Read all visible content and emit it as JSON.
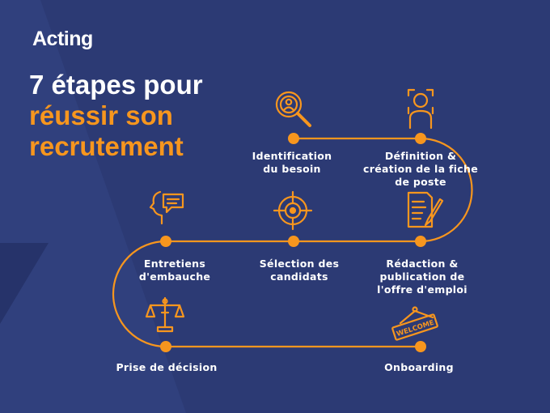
{
  "brand": {
    "logo": "Acting"
  },
  "title": {
    "line1": "7 étapes pour",
    "line2": "réussir son",
    "line3": "recrutement"
  },
  "colors": {
    "background": "#2c3a74",
    "accent": "#f7961e",
    "text": "#ffffff"
  },
  "steps": [
    {
      "label": "Identification\ndu besoin",
      "icon": "magnifier-person-icon"
    },
    {
      "label": "Définition &\ncréation de la fiche\nde poste",
      "icon": "person-frame-icon"
    },
    {
      "label": "Rédaction &\npublication de\nl'offre d'emploi",
      "icon": "document-pen-icon"
    },
    {
      "label": "Sélection des\ncandidats",
      "icon": "target-icon"
    },
    {
      "label": "Entretiens\nd'embauche",
      "icon": "head-speech-icon"
    },
    {
      "label": "Prise de décision",
      "icon": "scales-icon"
    },
    {
      "label": "Onboarding",
      "icon": "welcome-sign-icon"
    }
  ]
}
